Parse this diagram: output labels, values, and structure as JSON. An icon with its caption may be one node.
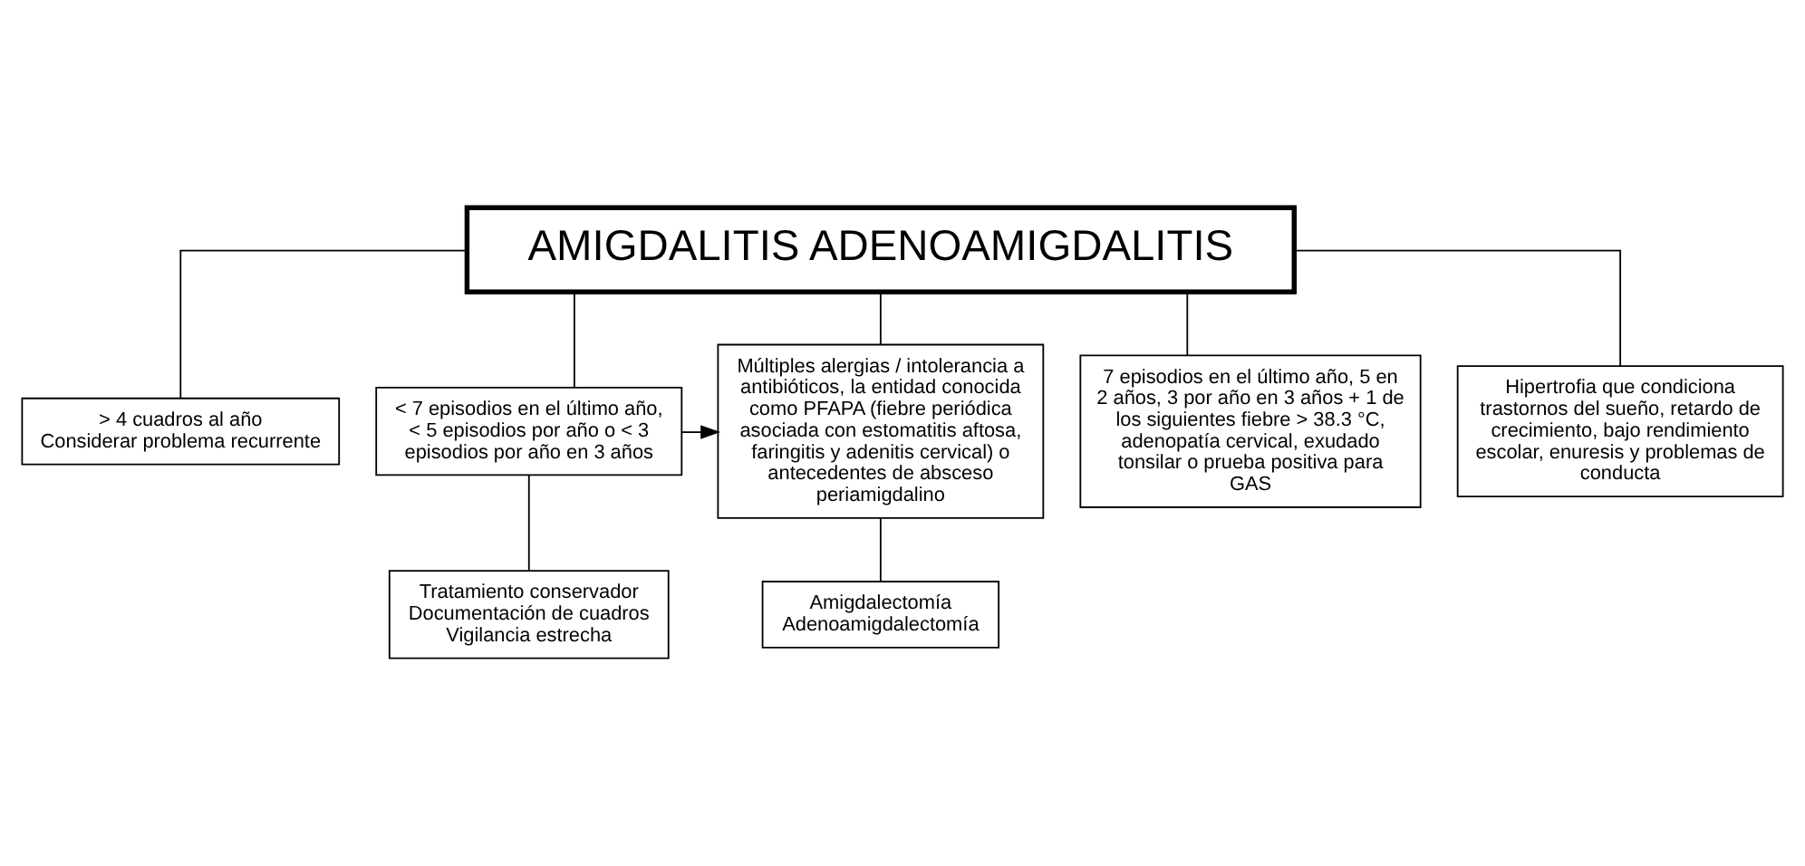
{
  "diagram": {
    "nodes": [
      {
        "text": [
          "AMIGDALITIS ADENOAMIGDALITIS"
        ]
      },
      {
        "text": [
          "> 4 cuadros al año",
          "Considerar problema recurrente"
        ]
      },
      {
        "text": [
          "< 7 episodios en el último año, < 5 episodios por año o < 3 episodios por año en 3 años"
        ]
      },
      {
        "text": [
          "Múltiples alergias / intolerancia a antibióticos, la entidad conocida como PFAPA (fiebre periódica asociada con estomatitis aftosa, faringitis y adenitis cervical) o antecedentes de absceso periamigdalino"
        ]
      },
      {
        "text": [
          "7 episodios en el último año, 5 en 2 años, 3 por año en 3 años + 1 de los siguientes fiebre > 38.3 °C, adenopatía cervical, exudado tonsilar o prueba positiva para GAS"
        ]
      },
      {
        "text": [
          "Hipertrofia que condiciona trastornos del sueño, retardo de crecimiento, bajo rendimiento escolar, enuresis y problemas de conducta"
        ]
      },
      {
        "text": [
          "Tratamiento conservador",
          "Documentación de cuadros",
          "Vigilancia estrecha"
        ]
      },
      {
        "text": [
          "Amigdalectomía",
          "Adenoamigdalectomía"
        ]
      }
    ],
    "edges": [
      {
        "from": 0,
        "to": 1,
        "arrow": "none"
      },
      {
        "from": 0,
        "to": 2,
        "arrow": "none"
      },
      {
        "from": 0,
        "to": 3,
        "arrow": "none"
      },
      {
        "from": 0,
        "to": 4,
        "arrow": "none"
      },
      {
        "from": 0,
        "to": 5,
        "arrow": "none"
      },
      {
        "from": 2,
        "to": 3,
        "arrow": "to"
      },
      {
        "from": 2,
        "to": 6,
        "arrow": "none"
      },
      {
        "from": 3,
        "to": 7,
        "arrow": "none"
      }
    ]
  }
}
